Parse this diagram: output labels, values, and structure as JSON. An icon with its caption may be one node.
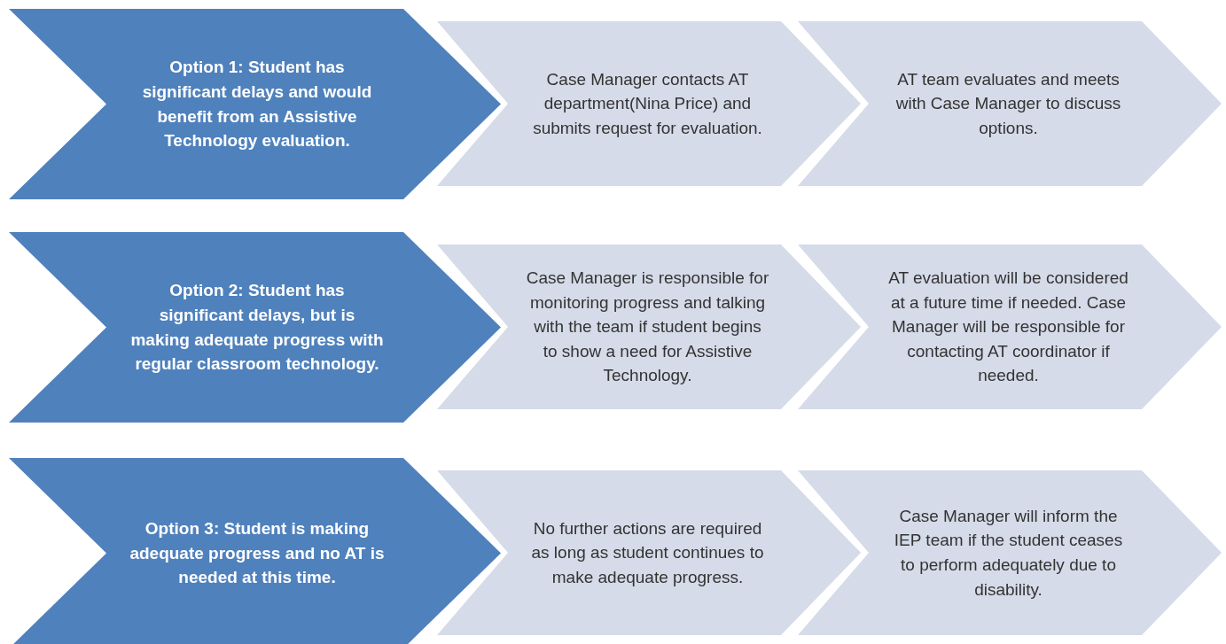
{
  "diagram": {
    "nodes": [
      {
        "text": [
          "Option 1: Student has significant delays and would benefit from an Assistive Technology evaluation."
        ]
      },
      {
        "text": [
          "Case Manager contacts AT department(Nina Price) and submits request for evaluation."
        ]
      },
      {
        "text": [
          "AT team evaluates and meets with Case Manager to discuss options."
        ]
      },
      {
        "text": [
          "Option 2: Student has significant delays, but is making adequate progress with regular classroom technology."
        ]
      },
      {
        "text": [
          "Case Manager is responsible for monitoring progress and talking with the team if student begins to show a need for Assistive Technology."
        ]
      },
      {
        "text": [
          "AT evaluation will be considered at a future time if needed. Case Manager will be responsible for contacting AT coordinator if needed."
        ]
      },
      {
        "text": [
          "Option 3: Student is making adequate progress and no AT is needed at this time."
        ]
      },
      {
        "text": [
          "No further actions are required as long as student continues to make adequate progress."
        ]
      },
      {
        "text": [
          "Case Manager will inform the IEP team if the student ceases to perform adequately due to disability."
        ]
      }
    ]
  }
}
